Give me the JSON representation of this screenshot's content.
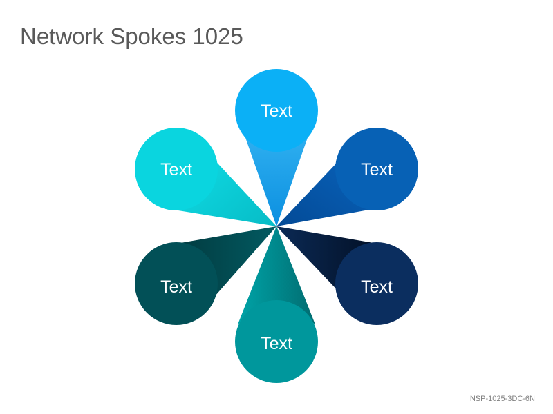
{
  "title": "Network Spokes 1025",
  "code": "NSP-1025-3DC-6N",
  "nodes": [
    {
      "label": "Text",
      "color": "#0BB0F6",
      "dark": "#0676B3"
    },
    {
      "label": "Text",
      "color": "#0761B5",
      "dark": "#033E80"
    },
    {
      "label": "Text",
      "color": "#0B2E5F",
      "dark": "#031A3C"
    },
    {
      "label": "Text",
      "color": "#00979C",
      "dark": "#016A6F"
    },
    {
      "label": "Text",
      "color": "#025057",
      "dark": "#013236"
    },
    {
      "label": "Text",
      "color": "#0AD5DF",
      "dark": "#0496A0"
    }
  ]
}
